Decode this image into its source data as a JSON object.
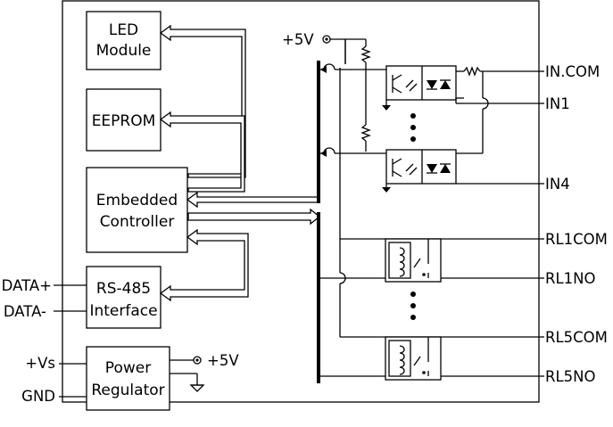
{
  "blocks": {
    "led": {
      "line1": "LED",
      "line2": "Module"
    },
    "eeprom": {
      "line1": "EEPROM"
    },
    "controller": {
      "line1": "Embedded",
      "line2": "Controller"
    },
    "rs485": {
      "line1": "RS-485",
      "line2": "Interface"
    },
    "power": {
      "line1": "Power",
      "line2": "Regulator"
    }
  },
  "labels": {
    "top_supply": "+5V",
    "power_out": "+5V",
    "data_plus": "DATA+",
    "data_minus": "DATA-",
    "vs": "+Vs",
    "gnd": "GND"
  },
  "pins": {
    "in_com": "IN.COM",
    "in1": "IN1",
    "in4": "IN4",
    "rl1com": "RL1COM",
    "rl1no": "RL1NO",
    "rl5com": "RL5COM",
    "rl5no": "RL5NO"
  },
  "colors": {
    "ink": "#000000",
    "background": "#ffffff"
  }
}
